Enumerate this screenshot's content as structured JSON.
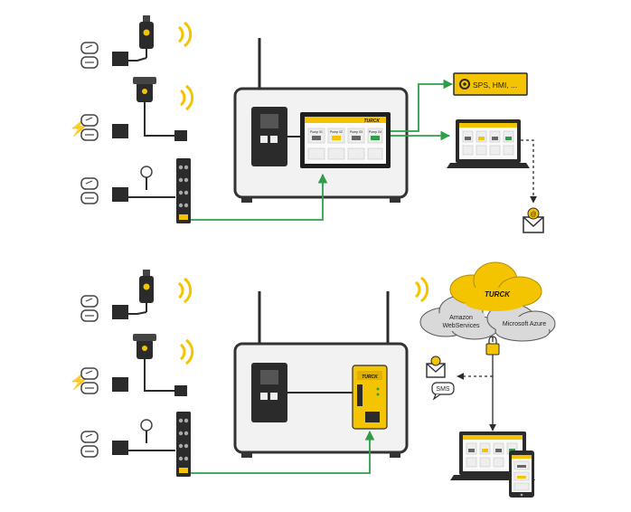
{
  "top_scene": {
    "target_label": "SPS, HMI, ...",
    "hmi_header": "TURCK",
    "hmi_card_labels": [
      "Pump 01",
      "Pump 02",
      "Pump 03",
      "Pump 04"
    ]
  },
  "bottom_scene": {
    "cloud_brand": "TURCK",
    "cloud_left_label_line1": "Amazon",
    "cloud_left_label_line2": "WebServices",
    "cloud_right_label": "Microsoft Azure",
    "sms_label": "SMS",
    "gateway_brand": "TURCK"
  },
  "colors": {
    "accent_yellow": "#f5c400",
    "line_green": "#2e9e48",
    "dark": "#2b2b2b",
    "enclosure_fill": "#f2f2f2",
    "cloud_gray": "#d9d9d9"
  }
}
